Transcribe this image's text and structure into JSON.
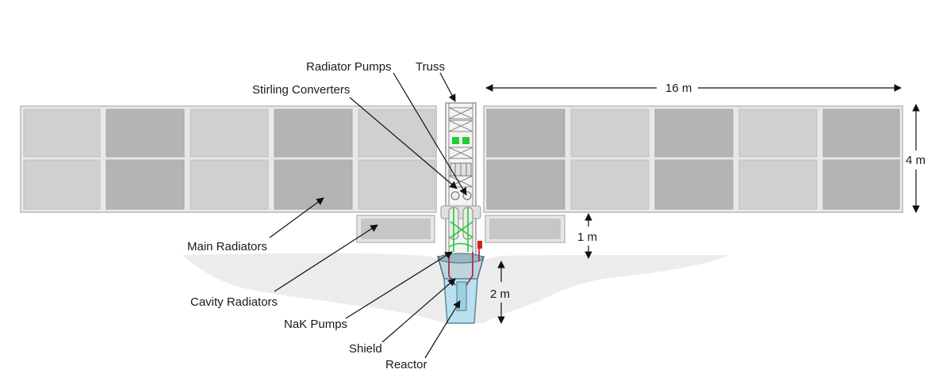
{
  "labels": {
    "radiator_pumps": "Radiator Pumps",
    "truss": "Truss",
    "stirling_converters": "Stirling Converters",
    "main_radiators": "Main Radiators",
    "cavity_radiators": "Cavity Radiators",
    "nak_pumps": "NaK Pumps",
    "shield": "Shield",
    "reactor": "Reactor"
  },
  "dimensions": {
    "width": "16 m",
    "radiator_height": "4 m",
    "cavity_height": "1 m",
    "shield_depth": "2 m"
  },
  "colors": {
    "panel_light": "#d0d0d0",
    "panel_dark": "#b4b4b4",
    "ground": "#ececec",
    "reactor_blue": "#b8e0ee",
    "pipe_green": "#22cc33",
    "pipe_red": "#a03050"
  }
}
